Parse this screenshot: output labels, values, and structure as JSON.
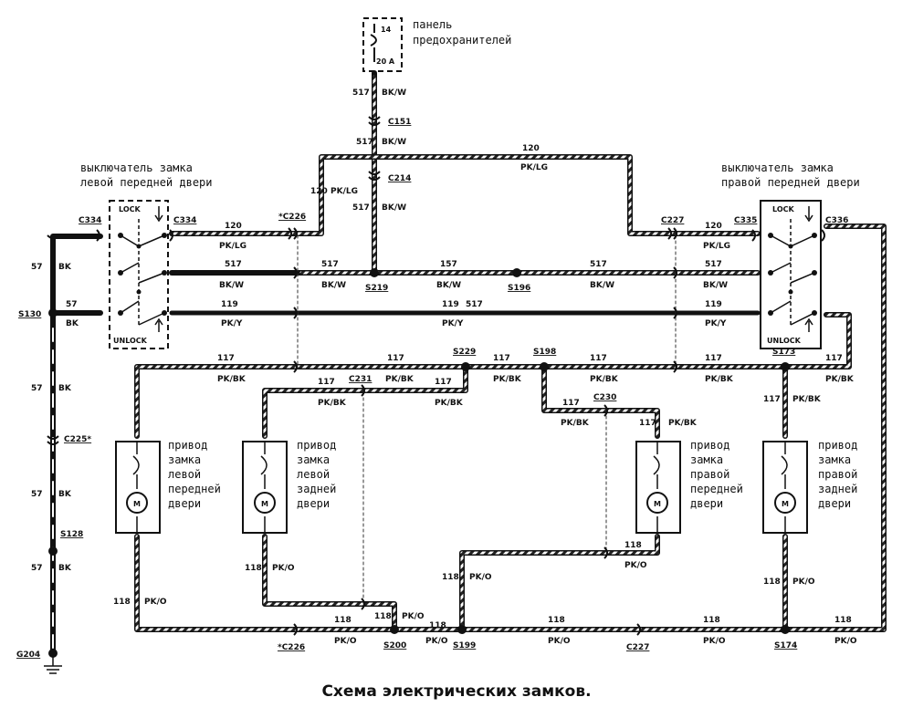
{
  "caption": "Схема электрических замков.",
  "fuse_panel": {
    "title_1": "панель",
    "title_2": "предохранителей",
    "fuse_number": "14",
    "fuse_rating": "20 A"
  },
  "left_switch": {
    "title_1": "выключатель замка",
    "title_2": "левой передней двери",
    "lock": "LOCK",
    "unlock": "UNLOCK"
  },
  "right_switch": {
    "title_1": "выключатель замка",
    "title_2": "правой передней двери",
    "lock": "LOCK",
    "unlock": "UNLOCK"
  },
  "actuators": {
    "left_front": [
      "привод",
      "замка",
      "левой",
      "передней",
      "двери"
    ],
    "left_rear": [
      "привод",
      "замка",
      "левой",
      "задней",
      "двери"
    ],
    "right_front": [
      "привод",
      "замка",
      "правой",
      "передней",
      "двери"
    ],
    "right_rear": [
      "привод",
      "замка",
      "правой",
      "задней",
      "двери"
    ],
    "motor": "M"
  },
  "connectors": {
    "c151": "C151",
    "c214": "C214",
    "c226_top": "*C226",
    "c226_bottom": "*C226",
    "c227_top": "C227",
    "c227_bottom": "C227",
    "c334_left": "C334",
    "c334_right": "C334",
    "c335_left": "C335",
    "c335_right": "C336",
    "c231": "C231",
    "c230": "C230",
    "c225": "C225*"
  },
  "splices": {
    "s219": "S219",
    "s196": "S196",
    "s130": "S130",
    "s229": "S229",
    "s198": "S198",
    "s173": "S173",
    "s128": "S128",
    "s200": "S200",
    "s199": "S199",
    "s174": "S174",
    "g204": "G204"
  },
  "circuits": {
    "n517": "517",
    "n120": "120",
    "n119": "119",
    "n117": "117",
    "n118": "118",
    "n57": "57",
    "n157": "157",
    "bkw": "BK/W",
    "pklg": "PK/LG",
    "pky": "PK/Y",
    "pkbk": "PK/BK",
    "pko": "PK/O",
    "bk": "BK"
  }
}
